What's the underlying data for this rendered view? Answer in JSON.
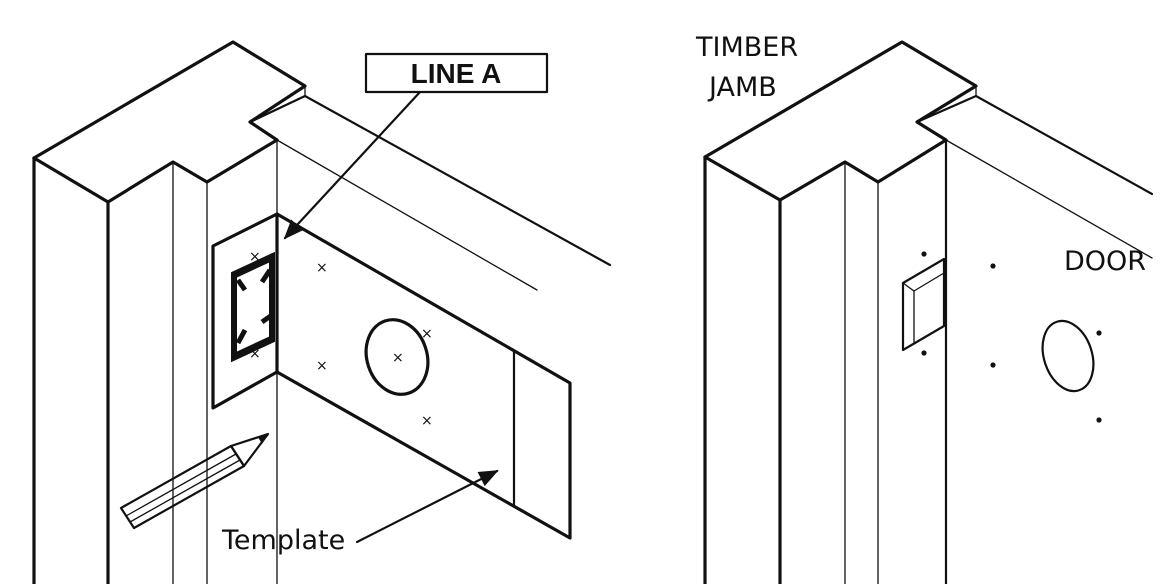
{
  "labels": {
    "line_a": "LINE A",
    "template": "Template",
    "timber_jamb_line1": "TIMBER",
    "timber_jamb_line2": "JAMB",
    "door": "DOOR"
  }
}
